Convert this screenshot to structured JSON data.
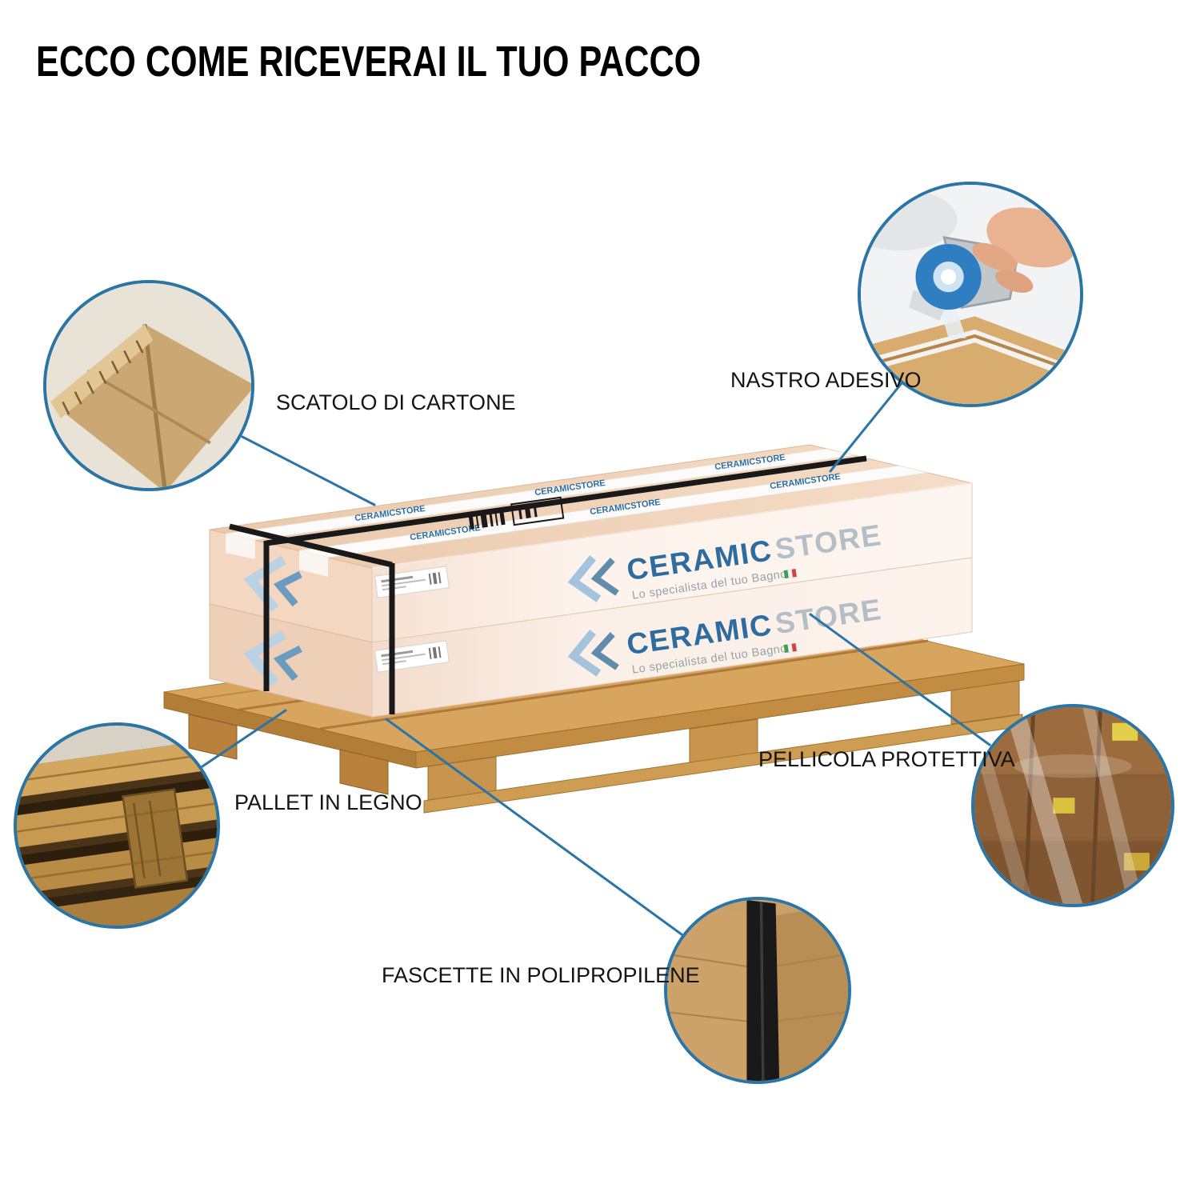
{
  "title": "ECCO COME RICEVERAI IL TUO PACCO",
  "brand": {
    "name": "CERAMIC",
    "suffix": "STORE",
    "tagline": "Lo specialista del tuo Bagno",
    "tape_text": "CERAMICSTORE"
  },
  "callouts": [
    {
      "label": "SCATOLO DI CARTONE",
      "photo": "cardboard-box-corner"
    },
    {
      "label": "NASTRO ADESIVO",
      "photo": "tape-dispenser-hand"
    },
    {
      "label": "PELLICOLA PROTETTIVA",
      "photo": "stretch-wrapped-pallet"
    },
    {
      "label": "PALLET IN LEGNO",
      "photo": "wooden-pallet"
    },
    {
      "label": "FASCETTE IN POLIPROPILENE",
      "photo": "strap-on-box"
    }
  ],
  "colors": {
    "accent_blue": "#2b74a6",
    "brand_blue": "#2e6b9e",
    "carton_top": "#eccdb2",
    "carton_front": "#fdf4ee",
    "pallet_wood": "#d8a55e",
    "strap_black": "#191919"
  }
}
